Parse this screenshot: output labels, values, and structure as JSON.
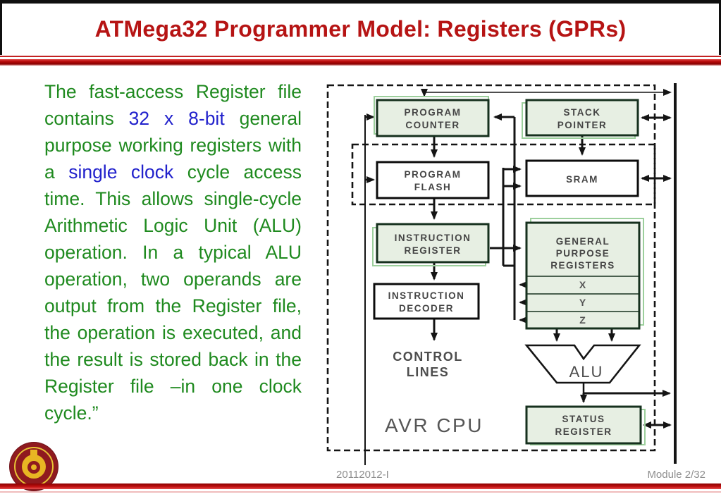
{
  "header": {
    "title": "ATMega32 Programmer Model: Registers (GPRs)"
  },
  "colors": {
    "title_red": "#b61414",
    "accent_rule_red": "#c01010",
    "paragraph_green": "#1f8a1f",
    "paragraph_blue": "#2222cc",
    "block_green_fill": "#e7efe3",
    "logo_dark_red": "#8f1a1f",
    "logo_gold": "#e8b623"
  },
  "paragraph": {
    "p1": "The fast-access Register file contains ",
    "hl1": "32 x 8-bit",
    "p2": " general purpose working registers with a ",
    "hl2": "single clock",
    "p3": " cycle access time. This allows single-cycle Arithmetic Logic Unit (ALU) operation. In a typical ALU operation, two operands are output from the Register file, the operation is executed, and the result is stored back in the Register file –in one clock cycle.”"
  },
  "diagram": {
    "pc_l1": "PROGRAM",
    "pc_l2": "COUNTER",
    "sp_l1": "STACK",
    "sp_l2": "POINTER",
    "pf_l1": "PROGRAM",
    "pf_l2": "FLASH",
    "sram": "SRAM",
    "ir_l1": "INSTRUCTION",
    "ir_l2": "REGISTER",
    "gpr_l1": "GENERAL",
    "gpr_l2": "PURPOSE",
    "gpr_l3": "REGISTERS",
    "reg_x": "X",
    "reg_y": "Y",
    "reg_z": "Z",
    "id_l1": "INSTRUCTION",
    "id_l2": "DECODER",
    "ctrl_l1": "CONTROL",
    "ctrl_l2": "LINES",
    "alu": "ALU",
    "sr_l1": "STATUS",
    "sr_l2": "REGISTER",
    "cpu": "AVR CPU"
  },
  "footer": {
    "course_code": "20112012-I",
    "module": "Module 2/32"
  }
}
